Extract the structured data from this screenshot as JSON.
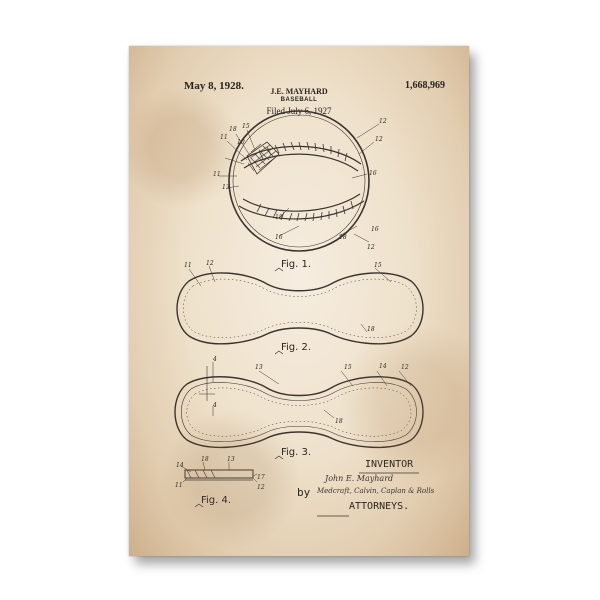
{
  "header": {
    "date": "May 8, 1928.",
    "patent_number": "1,668,969",
    "inventor_name": "J.E. MAYHARD",
    "title": "BASEBALL",
    "filed": "Filed July 6, 1927"
  },
  "figures": {
    "fig1": "Fig. 1.",
    "fig2": "Fig. 2.",
    "fig3": "Fig. 3.",
    "fig4": "Fig. 4."
  },
  "signature": {
    "inventor_label": "INVENTOR",
    "inventor_signature": "John E. Mayhard",
    "by_label": "by",
    "attorneys_signature": "Medcraft, Calvin, Caplan & Rolls",
    "attorneys_label": "ATTORNEYS."
  },
  "reference_numerals": {
    "fig1": [
      "18",
      "15",
      "11",
      "10",
      "12",
      "11",
      "13",
      "12",
      "16",
      "18",
      "16",
      "18",
      "16",
      "12"
    ],
    "fig2": [
      "11",
      "12",
      "15",
      "18"
    ],
    "fig3": [
      "4",
      "13",
      "4",
      "15",
      "14",
      "12",
      "18"
    ],
    "fig4": [
      "14",
      "18",
      "13",
      "11",
      "17",
      "12"
    ]
  }
}
